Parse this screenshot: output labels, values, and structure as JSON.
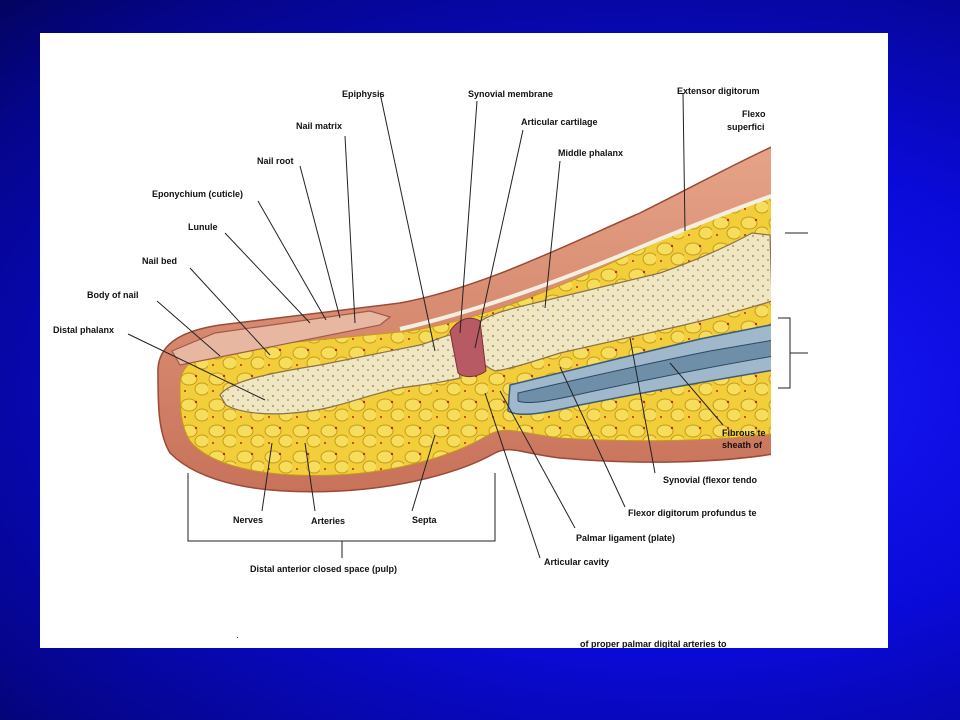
{
  "labels": {
    "epiphysis": "Epiphysis",
    "synovial_membrane": "Synovial membrane",
    "extensor_digitorum": "Extensor digitorum",
    "flexor_superficialis_1": "Flexo",
    "flexor_superficialis_2": "superfici",
    "nail_matrix": "Nail matrix",
    "articular_cartilage": "Articular cartilage",
    "nail_root": "Nail root",
    "middle_phalanx": "Middle phalanx",
    "eponychium": "Eponychium (cuticle)",
    "lunule": "Lunule",
    "nail_bed": "Nail bed",
    "body_of_nail": "Body of nail",
    "distal_phalanx": "Distal phalanx",
    "fibrous_sheath_1": "Fibrous te",
    "fibrous_sheath_2": "sheath of",
    "synovial_flexor": "Synovial (flexor tendo",
    "flexor_profundus": "Flexor digitorum profundus te",
    "palmar_ligament": "Palmar ligament (plate)",
    "articular_cavity": "Articular cavity",
    "nerves": "Nerves",
    "arteries": "Arteries",
    "septa": "Septa",
    "pulp": "Distal anterior closed space (pulp)",
    "footer_text": "of proper palmar digital arteries to"
  },
  "colors": {
    "background": "#0a0ad8",
    "panel": "#ffffff",
    "skin": "#d98a6e",
    "bone": "#efe6c4",
    "fat": "#f2cf3a",
    "tendon": "#6f8fa8"
  }
}
